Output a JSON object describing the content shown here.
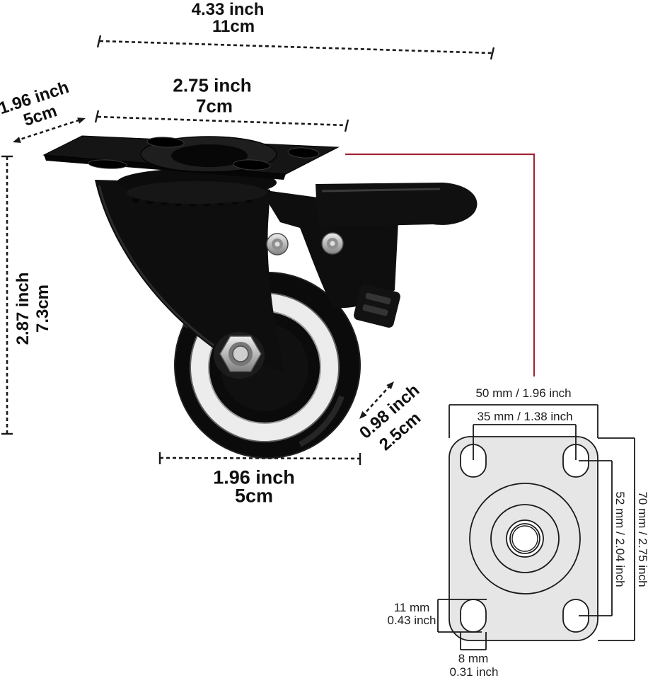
{
  "annotations": {
    "overall_width": {
      "inch": "4.33 inch",
      "cm": "11cm"
    },
    "plate_length": {
      "inch": "2.75 inch",
      "cm": "7cm"
    },
    "plate_depth": {
      "inch": "1.96 inch",
      "cm": "5cm"
    },
    "overall_height": {
      "inch": "2.87 inch",
      "cm": "7.3cm"
    },
    "wheel_width": {
      "inch": "0.98 inch",
      "cm": "2.5cm"
    },
    "wheel_diameter": {
      "inch": "1.96 inch",
      "cm": "5cm"
    }
  },
  "plate_drawing": {
    "plate_width": "50 mm / 1.96 inch",
    "hole_pitch_width": "35 mm / 1.38 inch",
    "hole_pitch_length": "52 mm / 2.04 inch",
    "plate_length": "70 mm / 2.75 inch",
    "hole_length_mm": "11 mm",
    "hole_length_inch": "0.43 inch",
    "hole_width_mm": "8 mm",
    "hole_width_inch": "0.31 inch"
  },
  "colors": {
    "ink": "#1a1a1a",
    "leader_red": "#a12433",
    "plate_fill": "#e6e6e6"
  }
}
